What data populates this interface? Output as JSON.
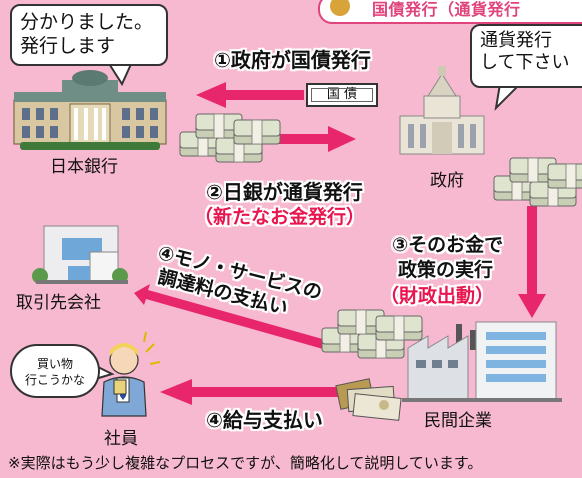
{
  "banner": {
    "text": "国債発行（通貨発行"
  },
  "bubbles": {
    "boj": {
      "line1": "分かりました。",
      "line2": "発行します"
    },
    "gov": {
      "line1": "通貨発行",
      "line2": "して下さい"
    },
    "employee": {
      "line1": "買い物",
      "line2": "行こうかな"
    }
  },
  "labels": {
    "boj": "日本銀行",
    "gov": "政府",
    "supplier": "取引先会社",
    "company": "民間企業",
    "employee": "社員"
  },
  "bond": "国 債",
  "steps": {
    "s1": "①政府が国債発行",
    "s2": "②日銀が通貨発行",
    "s2_sub": "（新たなお金発行）",
    "s3_line1": "③そのお金で",
    "s3_line2": "政策の実行",
    "s3_sub": "（財政出動）",
    "s4a_line1": "④モノ・サービスの",
    "s4a_line2": "調達料の支払い",
    "s4b": "④給与支払い"
  },
  "footnote": "※実際はもう少し複雑なプロセスですが、簡略化して説明しています。",
  "colors": {
    "background": "#f7b9cf",
    "arrow": "#e8266b",
    "emphasis": "#e8154f",
    "money": "#d9dfc8"
  }
}
